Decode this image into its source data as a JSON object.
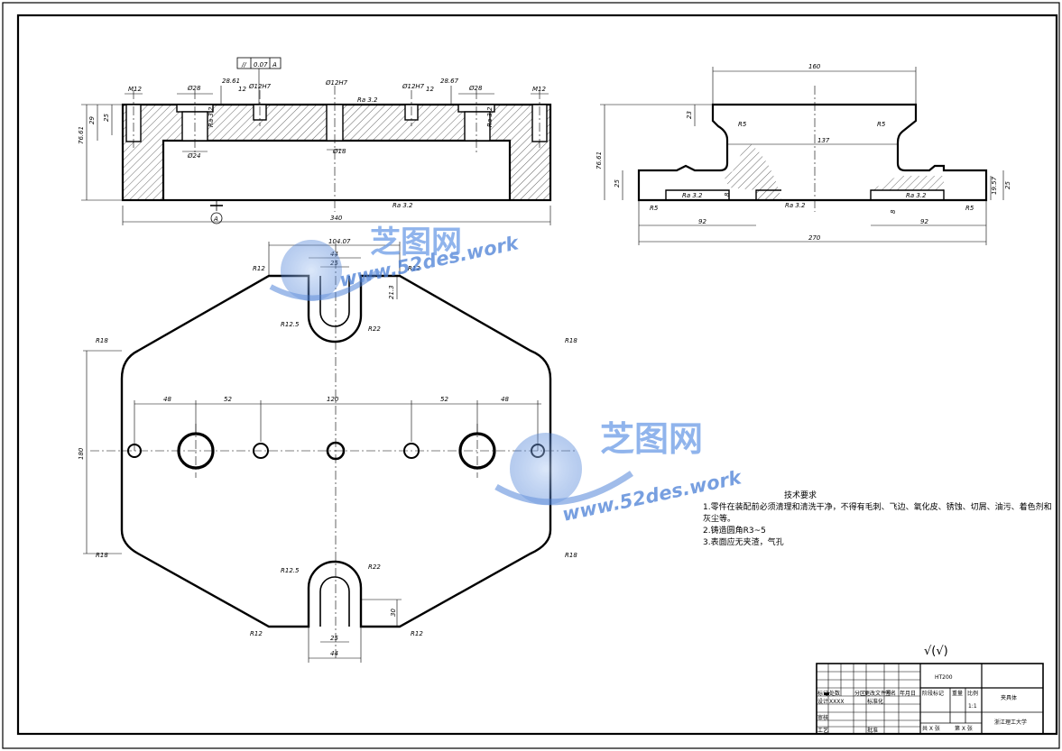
{
  "drawing": {
    "top_view_dims": {
      "flatness_symbol": "//",
      "flatness_value": "0.07",
      "datum_ref": "A",
      "datum_label": "A",
      "m12_left": "M12",
      "m12_right": "M12",
      "d28_left": "Ø28",
      "d28_right": "Ø28",
      "d28_61": "28.61",
      "d28_67": "28.67",
      "gap12_left": "12",
      "gap12_right": "12",
      "d12h7_left": "Ø12H7",
      "d12h7_center": "Ø12H7",
      "d12h7_right": "Ø12H7",
      "d24": "Ø24",
      "d18": "Ø18",
      "height_76_61": "76.61",
      "height_29": "29",
      "height_25": "25",
      "width_340": "340",
      "ra_32a": "Ra 3.2",
      "ra_32b": "Ra 3.2",
      "ra_32c": "Ra 3.2",
      "ra_32d": "Ra 3.2"
    },
    "side_view_dims": {
      "w160": "160",
      "w137": "137",
      "w92_left": "92",
      "w92_right": "92",
      "w270": "270",
      "r5_a": "R5",
      "r5_b": "R5",
      "r5_c": "R5",
      "r5_d": "R5",
      "h23": "23",
      "h76_61": "76.61",
      "h25_left": "25",
      "h25_right": "25",
      "h19_57": "19.57",
      "h8_left": "8",
      "h8_right": "8",
      "ra_a": "Ra 3.2",
      "ra_b": "Ra 3.2",
      "ra_c": "Ra 3.2"
    },
    "plan_view_dims": {
      "w104_07": "104.07",
      "w44_top": "44",
      "w25_top": "25",
      "h21_3": "21.3",
      "r12_tl": "R12",
      "r12_tr": "R12",
      "r12_bl": "R12",
      "r12_br": "R12",
      "r12_5_top": "R12.5",
      "r22_top": "R22",
      "r12_5_bot": "R12.5",
      "r22_bot": "R22",
      "r18_tl": "R18",
      "r18_tr": "R18",
      "r18_bl": "R18",
      "r18_br": "R18",
      "sp48_left": "48",
      "sp52_left": "52",
      "sp120": "120",
      "sp52_right": "52",
      "sp48_right": "48",
      "h180": "180",
      "w25_bot": "25",
      "w44_bot": "44",
      "h30_bot": "30"
    }
  },
  "tech_requirements": {
    "title": "技术要求",
    "items": [
      "1.零件在装配前必须清理和清洗干净，不得有毛刺、飞边、氧化皮、锈蚀、切屑、油污、着色剂和灰尘等。",
      "2.铸造圆角R3~5",
      "3.表面应无夹渣，气孔"
    ]
  },
  "surface_finish_note": "√(√)",
  "title_block": {
    "material": "HT200",
    "part_name": "夹具体",
    "institution": "浙江理工大学",
    "row_labels": [
      "标记",
      "设计",
      "审核",
      "工艺"
    ],
    "col_labels": [
      "处数",
      "分区",
      "更改文件号",
      "签名",
      "年月日"
    ],
    "designer_placeholder": "XXXX",
    "standardization": "标准化",
    "approval": "批准",
    "stage_label": "阶段标记",
    "weight_label": "重量",
    "scale_label": "比例",
    "scale_value": "1:1",
    "sheet_total": "共 X 张",
    "sheet_no": "第 X 张"
  },
  "watermark": {
    "brand": "芝图网",
    "url": "www.52des.work"
  },
  "colors": {
    "line": "#000000",
    "watermark": "#4a7fd6"
  }
}
